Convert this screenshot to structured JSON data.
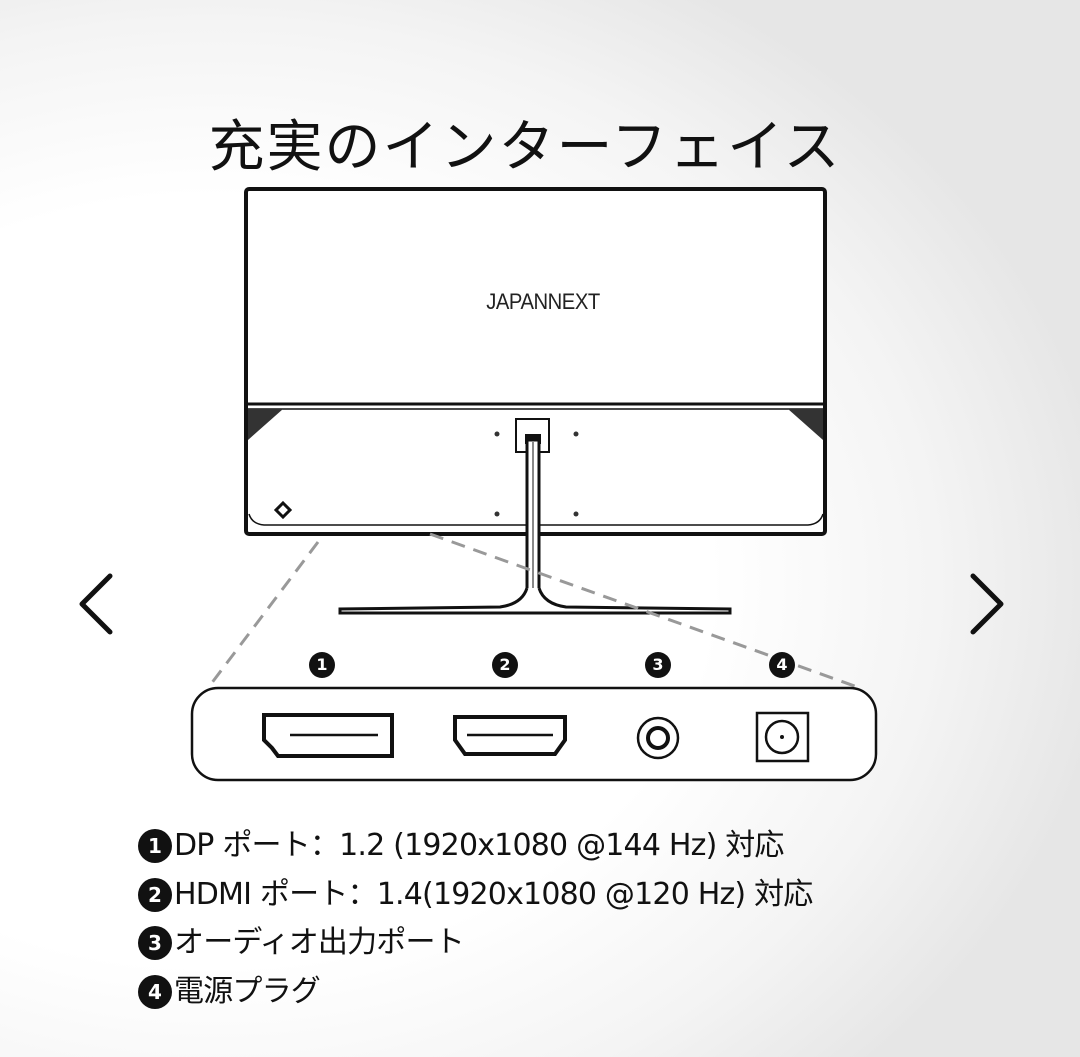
{
  "page": {
    "title": "充実のインターフェイス",
    "background_gradient": [
      "#ffffff",
      "#e6e6e6"
    ]
  },
  "carousel": {
    "prev_icon": "chevron-left-icon",
    "next_icon": "chevron-right-icon"
  },
  "monitor": {
    "brand_logo": "JAPANNEXT"
  },
  "ports": [
    {
      "number": "1",
      "icon": "displayport-icon"
    },
    {
      "number": "2",
      "icon": "hdmi-port-icon"
    },
    {
      "number": "3",
      "icon": "audio-jack-icon"
    },
    {
      "number": "4",
      "icon": "dc-power-jack-icon"
    }
  ],
  "specs": [
    {
      "number": "1",
      "text": "DP ポート：1.2 (1920x1080 @144 Hz) 対応"
    },
    {
      "number": "2",
      "text": "HDMI ポート：1.4(1920x1080 @120 Hz) 対応"
    },
    {
      "number": "3",
      "text": "オーディオ出力ポート"
    },
    {
      "number": "4",
      "text": "電源プラグ"
    }
  ]
}
